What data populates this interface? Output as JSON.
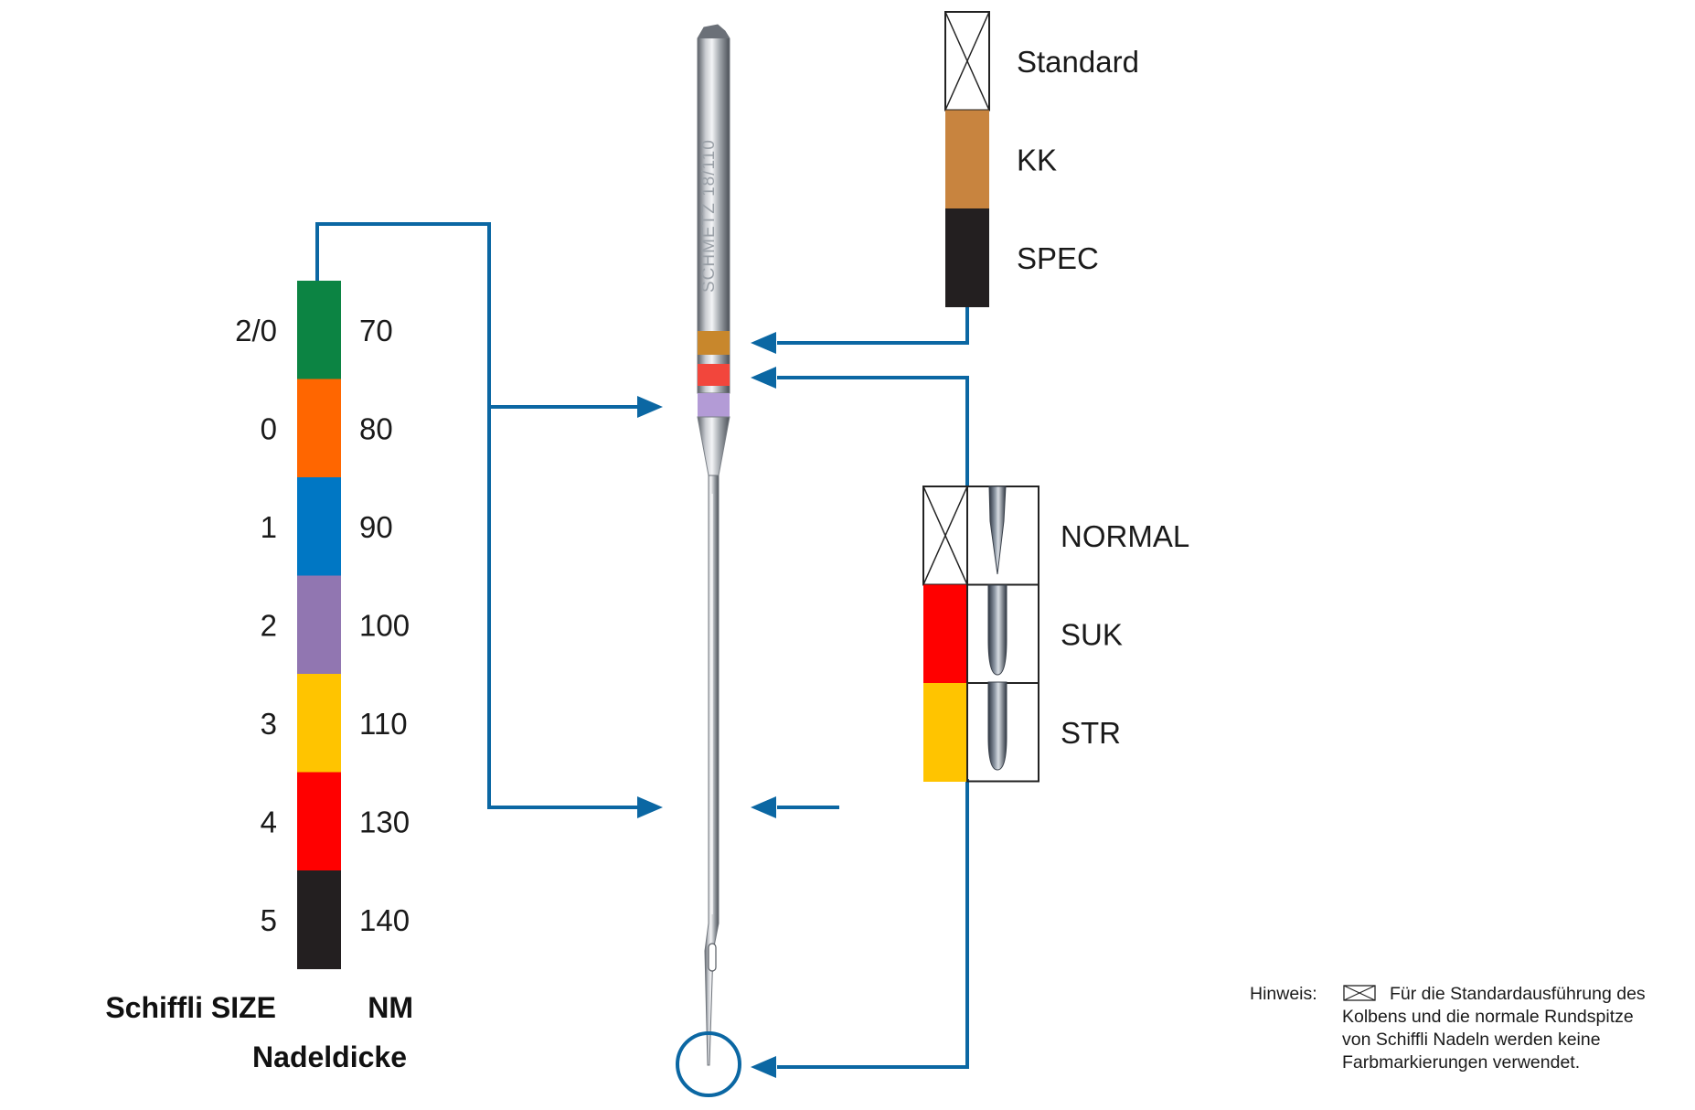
{
  "sizes": [
    {
      "schiffli": "2/0",
      "nm": "70",
      "color": "#0c8443"
    },
    {
      "schiffli": "0",
      "nm": "80",
      "color": "#ff6600"
    },
    {
      "schiffli": "1",
      "nm": "90",
      "color": "#0077c4"
    },
    {
      "schiffli": "2",
      "nm": "100",
      "color": "#9176b1"
    },
    {
      "schiffli": "3",
      "nm": "110",
      "color": "#ffc400"
    },
    {
      "schiffli": "4",
      "nm": "130",
      "color": "#ff0000"
    },
    {
      "schiffli": "5",
      "nm": "140",
      "color": "#231f20"
    }
  ],
  "size_labels": {
    "schiffli": "Schiffli SIZE",
    "nm": "NM",
    "needle_thickness": "Nadeldicke"
  },
  "shank_types": [
    {
      "label": "Standard",
      "color": "crossed-box"
    },
    {
      "label": "KK",
      "color": "#c8843f"
    },
    {
      "label": "SPEC",
      "color": "#231f20"
    }
  ],
  "point_types": [
    {
      "label": "NORMAL",
      "color": "crossed-box"
    },
    {
      "label": "SUK",
      "color": "#ff0000"
    },
    {
      "label": "STR",
      "color": "#ffc400"
    }
  ],
  "needle": {
    "engraving": "SCHMETZ 18/110"
  },
  "note": {
    "prefix": "Hinweis:",
    "lines": [
      "Für die Standardausführung des",
      "Kolbens und die normale Rundspitze",
      "von Schiffli Nadeln werden keine",
      "Farbmarkierungen verwendet."
    ]
  },
  "colors": {
    "connector": "#0b67a3"
  }
}
